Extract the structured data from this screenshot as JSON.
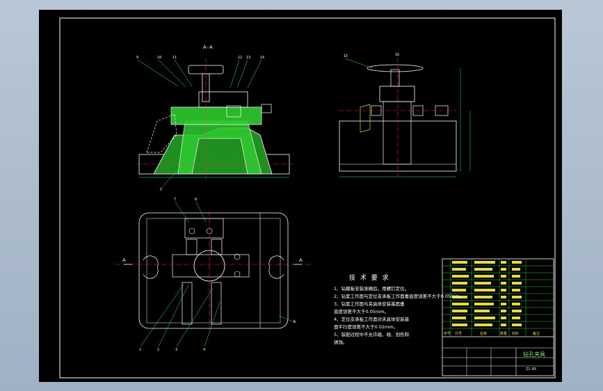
{
  "view_label_top": "A-A",
  "section_arrow_label": "A",
  "tech_requirements": {
    "title": "技 术 要 求",
    "items": [
      "1、钻模板安装准确后，用螺钉定位。",
      "2、钻套工作面与定位支承板工作面垂直度误差不大于0.05mm。",
      "3、钻套工作面与夹具体安装基面垂",
      "直度误差不大于0.05mm。",
      "4、定位支承板工作面对夹具体安装基",
      "面平行度误差不大于0.02mm。",
      "5、装配过程中不允许磕、碰、划伤和",
      "锈蚀。"
    ]
  },
  "title_block": {
    "drawing_name": "钻孔夹具",
    "drawing_code": "ZJ-05",
    "header_labels": [
      "序号",
      "代号",
      "名称",
      "数量",
      "材料",
      "备注"
    ]
  },
  "balloon_labels": [
    "9",
    "10",
    "11",
    "12",
    "13",
    "14",
    "15",
    "16",
    "1",
    "2",
    "3",
    "4",
    "5",
    "6",
    "7",
    "8"
  ],
  "colors": {
    "background": "#000000",
    "frame": "#ffffff",
    "hatch": "#2ecc2e",
    "centerline": "#ff3030",
    "dimension": "#33d6d6",
    "hidden": "#e0d040",
    "app_bg": "#a9bacc"
  }
}
